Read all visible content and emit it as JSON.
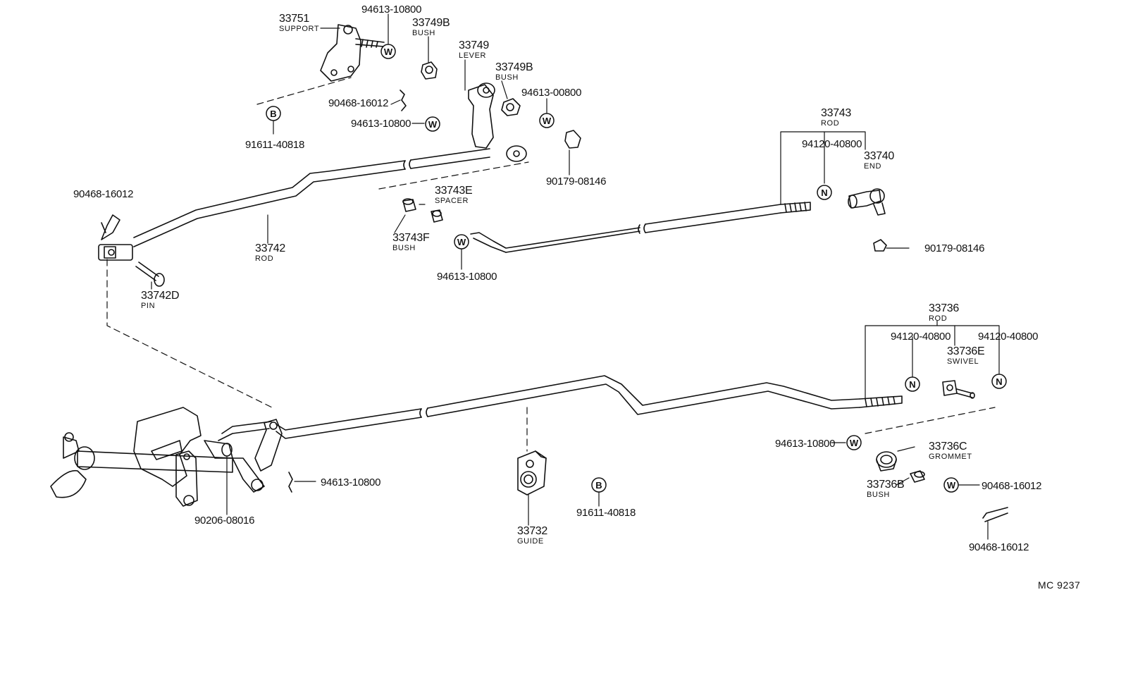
{
  "callouts": [
    {
      "id": "c1",
      "number": "33751",
      "name": "SUPPORT"
    },
    {
      "id": "c2",
      "number": "33749B",
      "name": "BUSH"
    },
    {
      "id": "c3",
      "number": "33749",
      "name": "LEVER"
    },
    {
      "id": "c4",
      "number": "33749B",
      "name": "BUSH"
    },
    {
      "id": "c5",
      "number": "33743",
      "name": "ROD"
    },
    {
      "id": "c6",
      "number": "33740",
      "name": "END"
    },
    {
      "id": "c7",
      "number": "33743E",
      "name": "SPACER"
    },
    {
      "id": "c8",
      "number": "33742",
      "name": "ROD"
    },
    {
      "id": "c9",
      "number": "33743F",
      "name": "BUSH"
    },
    {
      "id": "c10",
      "number": "33742D",
      "name": "PIN"
    },
    {
      "id": "c11",
      "number": "33736",
      "name": "ROD"
    },
    {
      "id": "c12",
      "number": "33736E",
      "name": "SWIVEL"
    },
    {
      "id": "c13",
      "number": "33736C",
      "name": "GROMMET"
    },
    {
      "id": "c14",
      "number": "33736B",
      "name": "BUSH"
    },
    {
      "id": "c15",
      "number": "33732",
      "name": "GUIDE"
    }
  ],
  "part_codes": [
    {
      "id": "p1",
      "code": "94613-10800"
    },
    {
      "id": "p2",
      "code": "90468-16012"
    },
    {
      "id": "p3",
      "code": "94613-10800"
    },
    {
      "id": "p4",
      "code": "94613-00800"
    },
    {
      "id": "p5",
      "code": "91611-40818"
    },
    {
      "id": "p6",
      "code": "90179-08146"
    },
    {
      "id": "p7",
      "code": "94120-40800"
    },
    {
      "id": "p8",
      "code": "90468-16012"
    },
    {
      "id": "p9",
      "code": "94613-10800"
    },
    {
      "id": "p10",
      "code": "90179-08146"
    },
    {
      "id": "p11",
      "code": "94120-40800"
    },
    {
      "id": "p12",
      "code": "94120-40800"
    },
    {
      "id": "p13",
      "code": "94613-10800"
    },
    {
      "id": "p14",
      "code": "90468-16012"
    },
    {
      "id": "p15",
      "code": "94613-10800"
    },
    {
      "id": "p16",
      "code": "90206-08016"
    },
    {
      "id": "p17",
      "code": "91611-40818"
    },
    {
      "id": "p18",
      "code": "90468-16012"
    }
  ],
  "symbols": {
    "washer": "W",
    "nut": "N",
    "bolt": "B"
  },
  "diagram_code": "MC 9237",
  "colors": {
    "ink": "#111111",
    "background": "#ffffff"
  }
}
